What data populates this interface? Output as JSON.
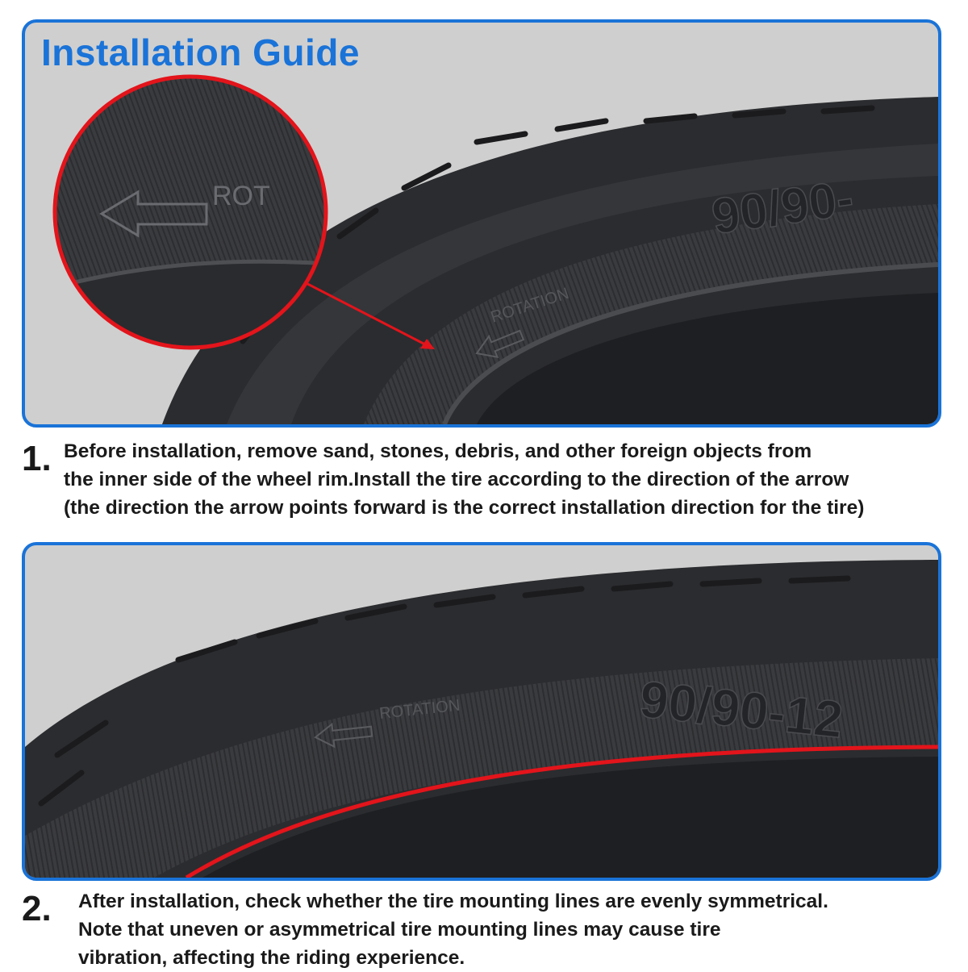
{
  "header": {
    "title": "Installation Guide"
  },
  "panel1": {
    "tire_size": "90/90-",
    "rotation_label": "ROTATION",
    "zoom_label": "ROT"
  },
  "step1": {
    "number": "1.",
    "lines": [
      "Before installation, remove sand, stones, debris, and other foreign objects from",
      "the inner side of the wheel rim.Install the tire according to the direction of the arrow",
      "(the direction the arrow points forward is the correct installation direction for the tire)"
    ]
  },
  "panel2": {
    "tire_size": "90/90-12",
    "rotation_label": "ROTATION"
  },
  "step2": {
    "number": "2.",
    "lines": [
      "After installation, check whether the tire mounting lines are evenly symmetrical.",
      "Note that uneven or asymmetrical tire mounting lines may cause tire",
      "vibration, affecting the riding experience."
    ]
  },
  "colors": {
    "accent_blue": "#1a73d8",
    "highlight_red": "#e3141b",
    "tire_dark": "#2a2b2e",
    "background_gray": "#cfcfcf"
  }
}
